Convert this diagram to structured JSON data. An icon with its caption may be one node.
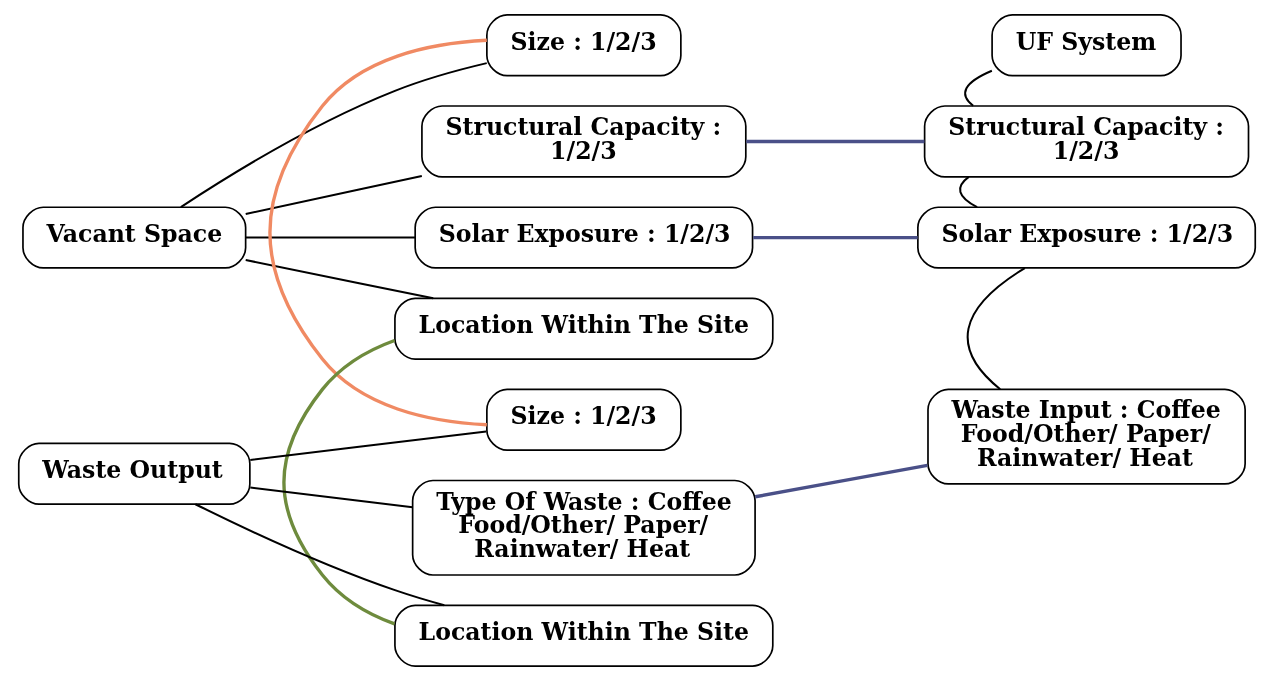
{
  "diagram": {
    "nodes": [
      {
        "text": [
          "Vacant Space"
        ]
      },
      {
        "text": [
          "Size : 1/2/3"
        ]
      },
      {
        "text": [
          "Structural Capacity : 1/2/3"
        ]
      },
      {
        "text": [
          "Solar Exposure : 1/2/3"
        ]
      },
      {
        "text": [
          "Location Within The Site"
        ]
      },
      {
        "text": [
          "Waste Output"
        ]
      },
      {
        "text": [
          "Size : 1/2/3"
        ]
      },
      {
        "text": [
          "Type Of Waste : Coffee Food/Other/ Paper/ Rainwater/ Heat"
        ]
      },
      {
        "text": [
          "Location Within The Site"
        ]
      },
      {
        "text": [
          "UF System"
        ]
      },
      {
        "text": [
          "Structural Capacity : 1/2/3"
        ]
      },
      {
        "text": [
          "Solar Exposure : 1/2/3"
        ]
      },
      {
        "text": [
          "Waste Input : Coffee Food/Other/ Paper/ Rainwater/ Heat"
        ]
      }
    ],
    "edges": [
      {
        "from": 0,
        "to": 1,
        "arrow": "none"
      },
      {
        "from": 0,
        "to": 2,
        "arrow": "none"
      },
      {
        "from": 0,
        "to": 3,
        "arrow": "none"
      },
      {
        "from": 0,
        "to": 4,
        "arrow": "none"
      },
      {
        "from": 5,
        "to": 6,
        "arrow": "none"
      },
      {
        "from": 5,
        "to": 7,
        "arrow": "none"
      },
      {
        "from": 5,
        "to": 8,
        "arrow": "none"
      },
      {
        "from": 1,
        "to": 6,
        "arrow": "none",
        "color": "#f08a63"
      },
      {
        "from": 2,
        "to": 10,
        "arrow": "none",
        "color": "#4a5088"
      },
      {
        "from": 3,
        "to": 11,
        "arrow": "none",
        "color": "#4a5088"
      },
      {
        "from": 4,
        "to": 8,
        "arrow": "none",
        "color": "#6e8b3d"
      },
      {
        "from": 7,
        "to": 12,
        "arrow": "none",
        "color": "#4a5088"
      },
      {
        "from": 9,
        "to": 10,
        "arrow": "none"
      },
      {
        "from": 10,
        "to": 11,
        "arrow": "none"
      },
      {
        "from": 11,
        "to": 12,
        "arrow": "none"
      }
    ]
  }
}
